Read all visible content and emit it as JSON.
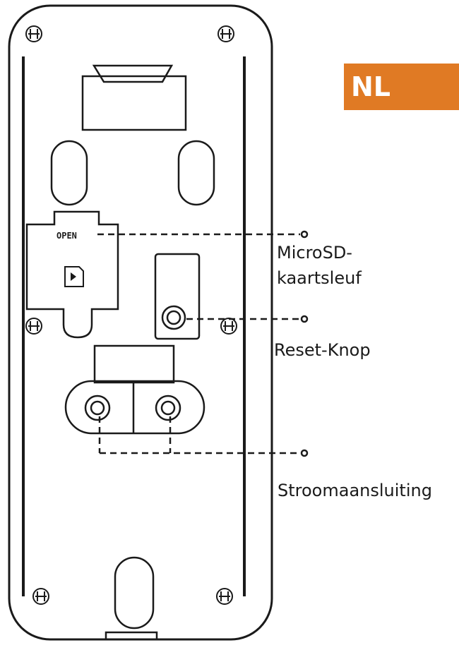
{
  "language_badge": "NL",
  "sd_slot_marking": "OPEN",
  "callouts": {
    "microsd_line1": "MicroSD-",
    "microsd_line2": "kaartsleuf",
    "reset": "Reset-Knop",
    "power": "Stroomaansluiting"
  },
  "colors": {
    "badge": "#e07a24",
    "line": "#1a1a1a"
  },
  "icons": [
    "screw-icon",
    "sd-card-icon"
  ]
}
